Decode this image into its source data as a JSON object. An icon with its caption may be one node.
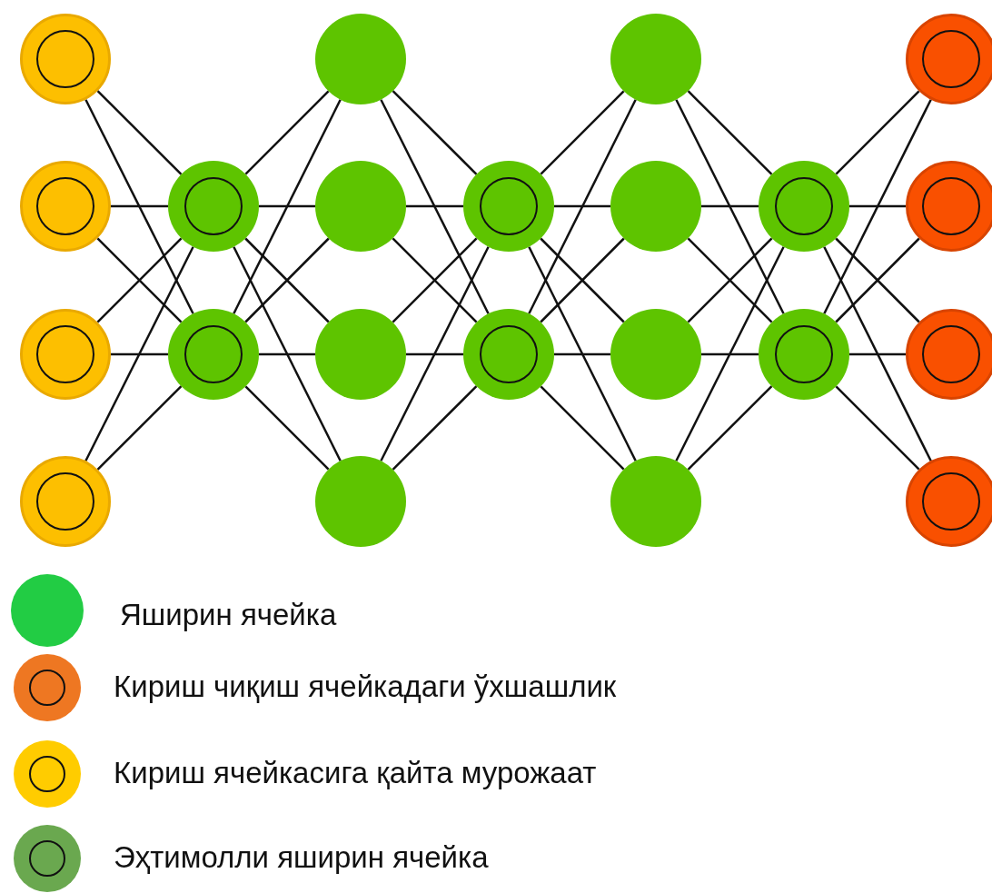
{
  "diagram": {
    "nodes": [
      {
        "text": [],
        "shape": "circle"
      },
      {
        "text": [],
        "shape": "circle"
      },
      {
        "text": [],
        "shape": "circle"
      },
      {
        "text": [],
        "shape": "circle"
      },
      {
        "text": [],
        "shape": "circle"
      },
      {
        "text": [],
        "shape": "circle"
      },
      {
        "text": [],
        "shape": "circle"
      },
      {
        "text": [],
        "shape": "circle"
      },
      {
        "text": [],
        "shape": "circle"
      },
      {
        "text": [],
        "shape": "circle"
      },
      {
        "text": [],
        "shape": "circle"
      },
      {
        "text": [],
        "shape": "circle"
      },
      {
        "text": [],
        "shape": "circle"
      },
      {
        "text": [],
        "shape": "circle"
      },
      {
        "text": [],
        "shape": "circle"
      },
      {
        "text": [],
        "shape": "circle"
      },
      {
        "text": [],
        "shape": "circle"
      },
      {
        "text": [],
        "shape": "circle"
      },
      {
        "text": [],
        "shape": "circle"
      },
      {
        "text": [],
        "shape": "circle"
      },
      {
        "text": [],
        "shape": "circle"
      },
      {
        "text": [],
        "shape": "circle"
      }
    ],
    "edges": [
      {
        "from": 0,
        "to": 4,
        "arrow": "none"
      },
      {
        "from": 0,
        "to": 5,
        "arrow": "none"
      },
      {
        "from": 1,
        "to": 4,
        "arrow": "none"
      },
      {
        "from": 1,
        "to": 5,
        "arrow": "none"
      },
      {
        "from": 2,
        "to": 4,
        "arrow": "none"
      },
      {
        "from": 2,
        "to": 5,
        "arrow": "none"
      },
      {
        "from": 3,
        "to": 4,
        "arrow": "none"
      },
      {
        "from": 3,
        "to": 5,
        "arrow": "none"
      },
      {
        "from": 4,
        "to": 6,
        "arrow": "none"
      },
      {
        "from": 4,
        "to": 7,
        "arrow": "none"
      },
      {
        "from": 4,
        "to": 8,
        "arrow": "none"
      },
      {
        "from": 4,
        "to": 9,
        "arrow": "none"
      },
      {
        "from": 5,
        "to": 6,
        "arrow": "none"
      },
      {
        "from": 5,
        "to": 7,
        "arrow": "none"
      },
      {
        "from": 5,
        "to": 8,
        "arrow": "none"
      },
      {
        "from": 5,
        "to": 9,
        "arrow": "none"
      },
      {
        "from": 6,
        "to": 10,
        "arrow": "none"
      },
      {
        "from": 6,
        "to": 11,
        "arrow": "none"
      },
      {
        "from": 7,
        "to": 10,
        "arrow": "none"
      },
      {
        "from": 7,
        "to": 11,
        "arrow": "none"
      },
      {
        "from": 8,
        "to": 10,
        "arrow": "none"
      },
      {
        "from": 8,
        "to": 11,
        "arrow": "none"
      },
      {
        "from": 9,
        "to": 10,
        "arrow": "none"
      },
      {
        "from": 9,
        "to": 11,
        "arrow": "none"
      },
      {
        "from": 10,
        "to": 12,
        "arrow": "none"
      },
      {
        "from": 10,
        "to": 13,
        "arrow": "none"
      },
      {
        "from": 10,
        "to": 14,
        "arrow": "none"
      },
      {
        "from": 10,
        "to": 15,
        "arrow": "none"
      },
      {
        "from": 11,
        "to": 12,
        "arrow": "none"
      },
      {
        "from": 11,
        "to": 13,
        "arrow": "none"
      },
      {
        "from": 11,
        "to": 14,
        "arrow": "none"
      },
      {
        "from": 11,
        "to": 15,
        "arrow": "none"
      },
      {
        "from": 12,
        "to": 16,
        "arrow": "none"
      },
      {
        "from": 12,
        "to": 17,
        "arrow": "none"
      },
      {
        "from": 13,
        "to": 16,
        "arrow": "none"
      },
      {
        "from": 13,
        "to": 17,
        "arrow": "none"
      },
      {
        "from": 14,
        "to": 16,
        "arrow": "none"
      },
      {
        "from": 14,
        "to": 17,
        "arrow": "none"
      },
      {
        "from": 15,
        "to": 16,
        "arrow": "none"
      },
      {
        "from": 15,
        "to": 17,
        "arrow": "none"
      },
      {
        "from": 16,
        "to": 18,
        "arrow": "none"
      },
      {
        "from": 16,
        "to": 19,
        "arrow": "none"
      },
      {
        "from": 16,
        "to": 20,
        "arrow": "none"
      },
      {
        "from": 16,
        "to": 21,
        "arrow": "none"
      },
      {
        "from": 17,
        "to": 18,
        "arrow": "none"
      },
      {
        "from": 17,
        "to": 19,
        "arrow": "none"
      },
      {
        "from": 17,
        "to": 20,
        "arrow": "none"
      },
      {
        "from": 17,
        "to": 21,
        "arrow": "none"
      }
    ],
    "legend": [
      {
        "text": "Яширин ячейка",
        "color": "#22cc44"
      },
      {
        "text": "Кириш чиқиш ячейкадаги ўхшашлик",
        "color": "#ee7722"
      },
      {
        "text": "Кириш ячейкасига қайта мурожаат",
        "color": "#ffcc00"
      },
      {
        "text": "Эҳтимолли яширин ячейка",
        "color": "#6aa84f"
      }
    ]
  }
}
